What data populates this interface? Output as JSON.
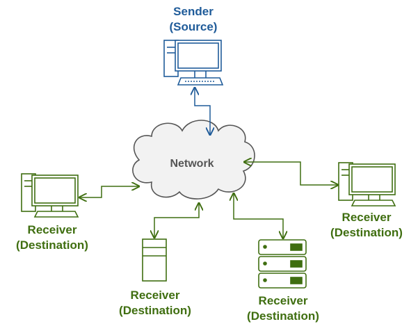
{
  "colors": {
    "sender": "#1f5b99",
    "receiver": "#3f6e10",
    "cloud_fill": "#f2f2f2",
    "cloud_stroke": "#555555"
  },
  "nodes": {
    "network": {
      "label": "Network",
      "icon": "cloud-icon"
    },
    "sender": {
      "line1": "Sender",
      "line2": "(Source)",
      "icon": "desktop-computer-icon"
    },
    "receiver_left": {
      "line1": "Receiver",
      "line2": "(Destination)",
      "icon": "desktop-computer-icon"
    },
    "receiver_right": {
      "line1": "Receiver",
      "line2": "(Destination)",
      "icon": "desktop-computer-icon"
    },
    "receiver_bottom_left": {
      "line1": "Receiver",
      "line2": "(Destination)",
      "icon": "tower-pc-icon"
    },
    "receiver_bottom_right": {
      "line1": "Receiver",
      "line2": "(Destination)",
      "icon": "server-rack-icon"
    }
  }
}
